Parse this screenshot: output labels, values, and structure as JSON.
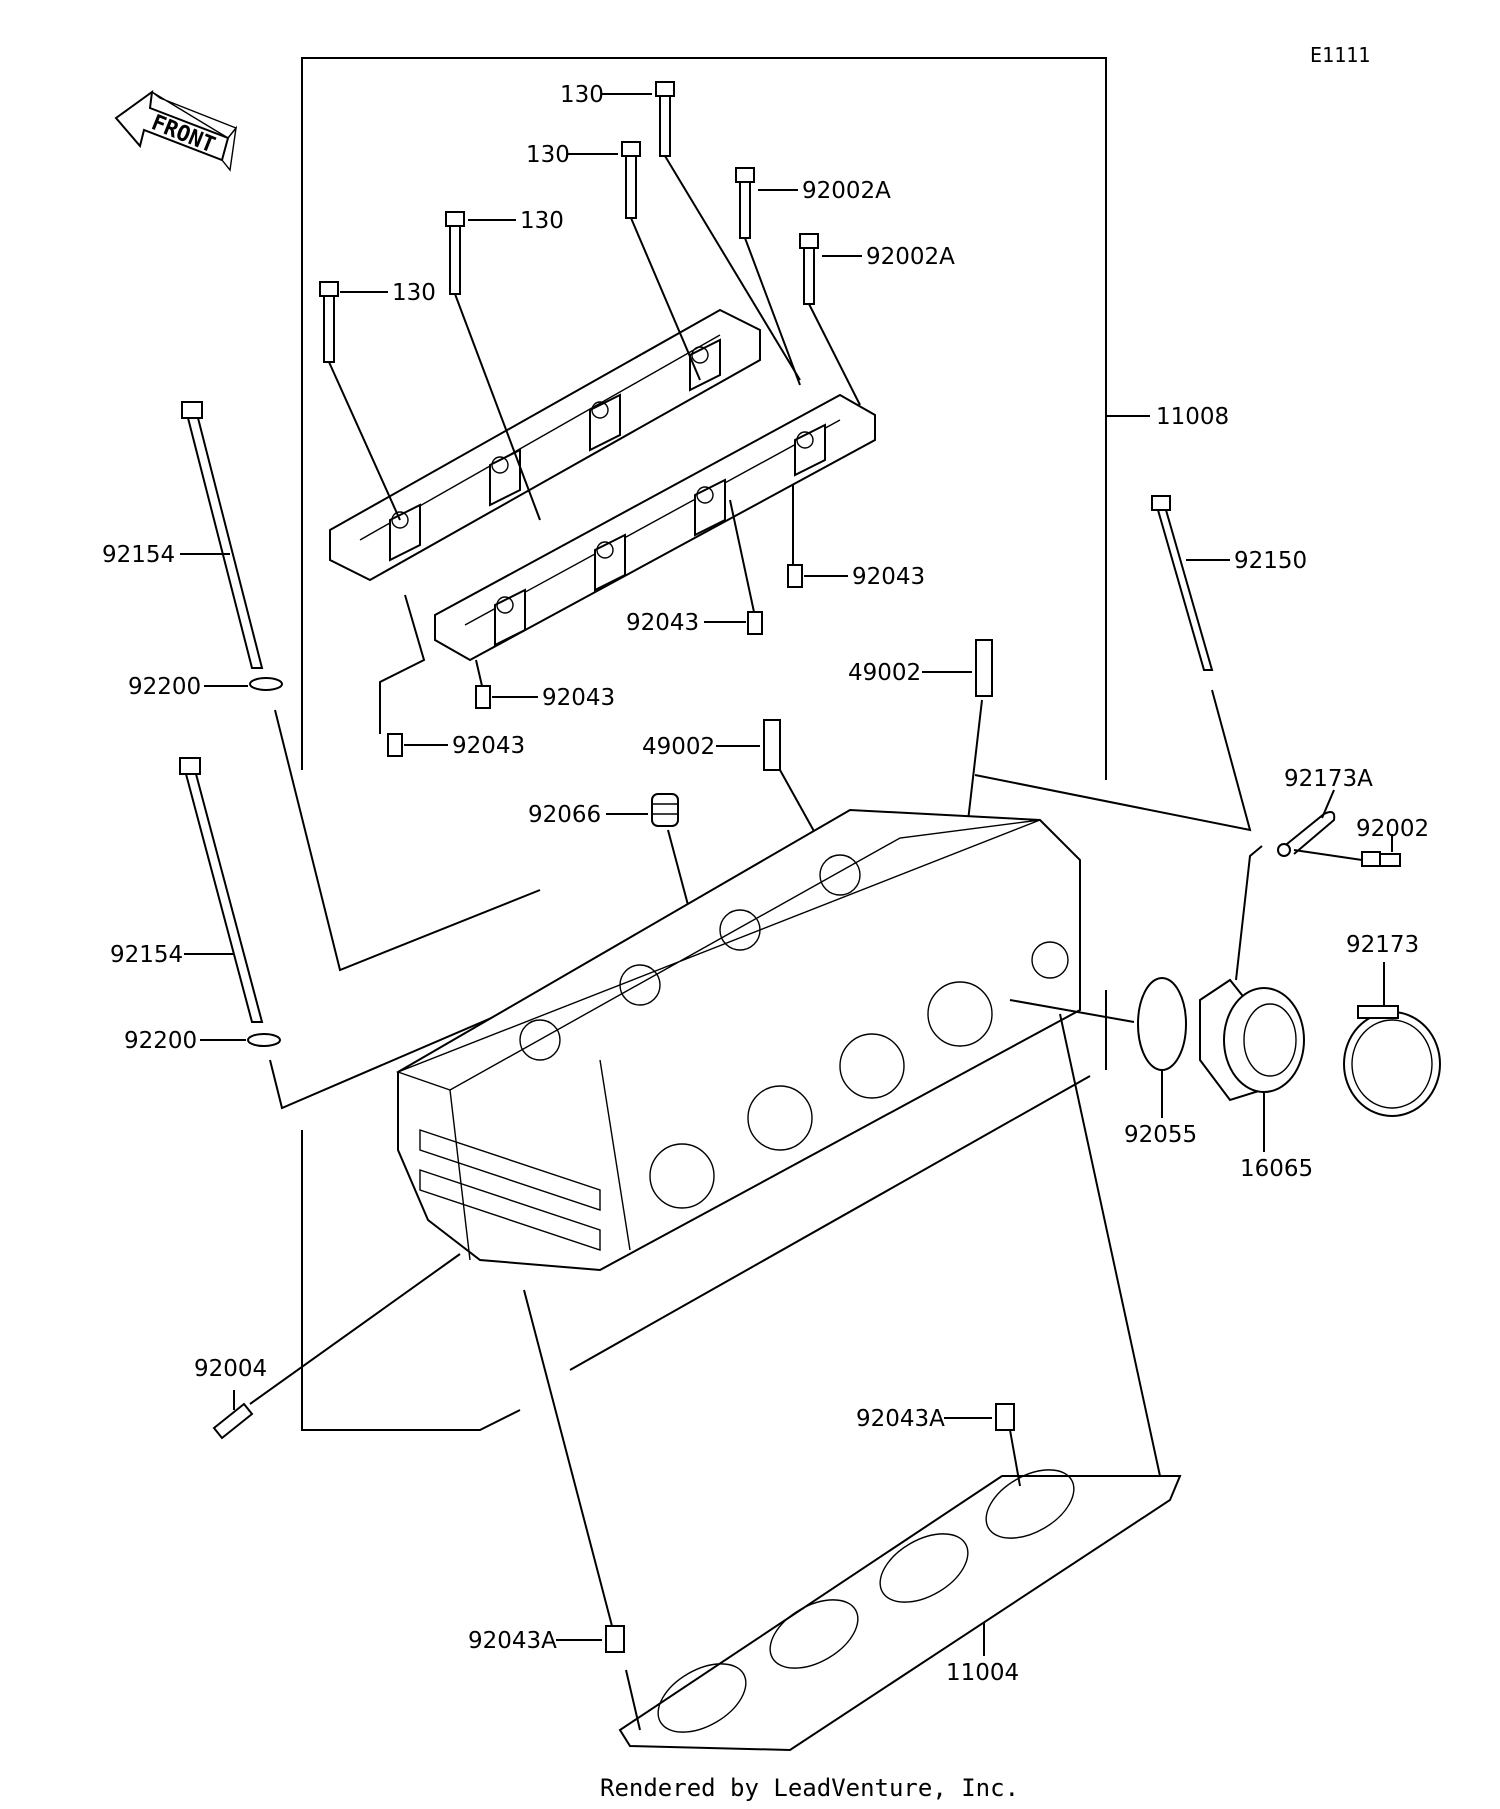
{
  "diagram_code": "E1111",
  "front_label": "FRONT",
  "footer": "Rendered by LeadVenture, Inc.",
  "parts": {
    "p130": "130",
    "p92002A": "92002A",
    "p11008": "11008",
    "p92154": "92154",
    "p92150": "92150",
    "p92043": "92043",
    "p92200": "92200",
    "p49002": "49002",
    "p92066": "92066",
    "p92173A": "92173A",
    "p92002": "92002",
    "p92173": "92173",
    "p92055": "92055",
    "p16065": "16065",
    "p92004": "92004",
    "p92043A": "92043A",
    "p11004": "11004"
  }
}
